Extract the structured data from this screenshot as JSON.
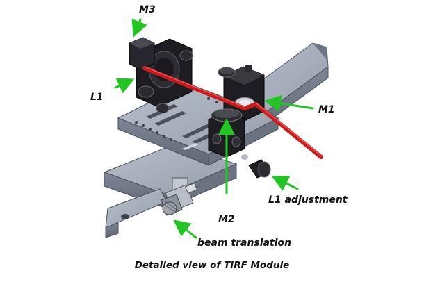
{
  "caption": "Detailed view of TIRF Module",
  "labels": {
    "m3": "M3",
    "l1": "L1",
    "m1": "M1",
    "m2": "M2",
    "l1_adjustment": "L1 adjustment",
    "beam_translation": "beam translation"
  },
  "colors": {
    "arrow": "#22c522",
    "beam": "#cc1a1a",
    "metal": "#8f97a6",
    "mount": "#1e1e22"
  }
}
